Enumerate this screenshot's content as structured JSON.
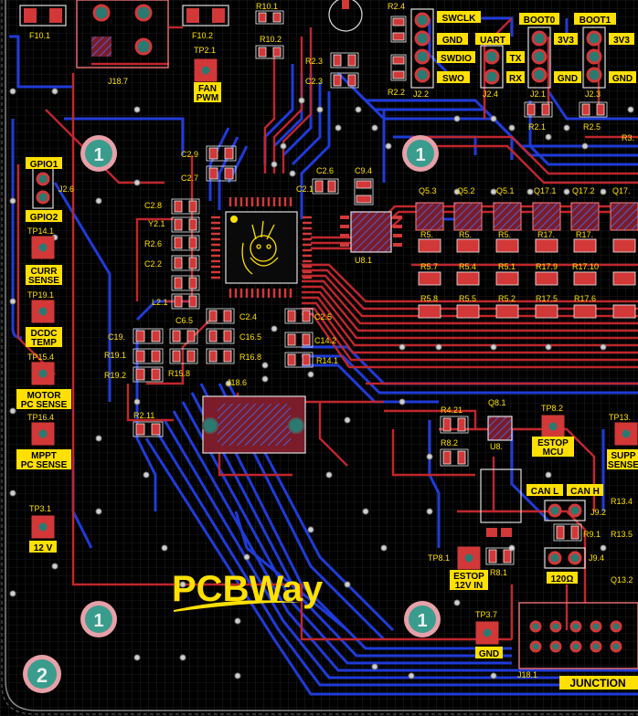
{
  "board": {
    "logo_text": "PCBWay",
    "colors": {
      "background": "#000000",
      "grid": "#3a3a3a",
      "top_copper": "#c0262d",
      "bottom_copper": "#1f3bd9",
      "pad": "#d23838",
      "silk_label": "#ffff00",
      "mount_hole": "#e8a0a8",
      "mount_center": "#3a9c8c"
    }
  },
  "mount_holes": [
    "1",
    "1",
    "1",
    "1",
    "2"
  ],
  "designators": {
    "f10_1": "F10.1",
    "f10_2": "F10.2",
    "r10_1": "R10.1",
    "r10_2": "R10.2",
    "tp2_1": "TP2.1",
    "j18_7": "J18.7",
    "r2_4": "R2.4",
    "r2_3": "R2.3",
    "c2_3": "C2.3",
    "r2_2": "R2.2",
    "j2_2": "J2.2",
    "j2_4": "J2.4",
    "j2_1": "J2.1",
    "j2_3": "J2.3",
    "r2_1": "R2.1",
    "r2_5": "R2.5",
    "r3": "R3.",
    "c2_9": "C2.9",
    "c2_7": "C2.7",
    "c2_6": "C2.6",
    "c9_4": "C9.4",
    "c2_1": "C2.1",
    "c2_8": "C2.8",
    "y2_1": "Y2.1",
    "r2_6": "R2.6",
    "c2_2": "C2.2",
    "l2_1": "L2.1",
    "u8_1": "U8.1",
    "j2_6": "J2.6",
    "tp14_1": "TP14.1",
    "tp19_1": "TP19.1",
    "tp15_4": "TP15.4",
    "tp16_4": "TP16.4",
    "tp3_1": "TP3.1",
    "c19": "C19.",
    "r19_1": "R19.1",
    "r19_2": "R19.2",
    "c16_5": "C16.5",
    "r15_8": "R15.8",
    "r16_8": "R16.8",
    "c5": "C6.5",
    "c2_4": "C2.4",
    "c2_5": "C2.5",
    "c14_2": "C14.2",
    "r14_1": "R14.1",
    "j18_6": "J18.6",
    "r2_11": "R2.11",
    "r4_21": "R4.21",
    "q8_1": "Q8.1",
    "r8_2": "R8.2",
    "u8": "U8.",
    "tp8_2": "TP8.2",
    "tp13": "TP13.",
    "j9_2": "J9.2",
    "r13_4": "R13.4",
    "r9_1": "R9.1",
    "r13_5": "R13.5",
    "j9_4": "J9.4",
    "q13_2": "Q13.2",
    "tp8_1": "TP8.1",
    "r8_1": "R8.1",
    "tp3_7": "TP3.7",
    "j18_1": "J18.1",
    "q5_3": "Q5.3",
    "q5_2": "Q5.2",
    "q5_1": "Q5.1",
    "q17_1": "Q17.1",
    "q17_2": "Q17.2",
    "q17_3": "Q17.",
    "r5_a": "R5.",
    "r5_b": "R5.",
    "r5_c": "R5.",
    "r17_a": "R17.",
    "r17_b": "R17.",
    "r5_7": "R5.7",
    "r5_4": "R5.4",
    "r5_1": "R5.1",
    "r17_9": "R17.9",
    "r17_10": "R17.10",
    "r5_8": "R5.8",
    "r5_5": "R5.5",
    "r5_2": "R5.2",
    "r17_5": "R17.5",
    "r17_6": "R17.6"
  },
  "silk_labels": {
    "fan_pwm_1": "FAN",
    "fan_pwm_2": "PWM",
    "swclk": "SWCLK",
    "gnd_swd": "GND",
    "swdio": "SWDIO",
    "swo": "SWO",
    "uart": "UART",
    "tx": "TX",
    "rx": "RX",
    "boot0": "BOOT0",
    "boot1": "BOOT1",
    "v3v3_a": "3V3",
    "v3v3_b": "3V3",
    "gnd_boot0": "GND",
    "gnd_boot1": "GND",
    "gpio1": "GPIO1",
    "gpio2": "GPIO2",
    "curr_1": "CURR",
    "curr_2": "SENSE",
    "dcdc_1": "DCDC",
    "dcdc_2": "TEMP",
    "motor_1": "MOTOR",
    "motor_2": "PC SENSE",
    "mppt_1": "MPPT",
    "mppt_2": "PC SENSE",
    "v12": "12 V",
    "estop_mcu_1": "ESTOP",
    "estop_mcu_2": "MCU",
    "supp_1": "SUPP",
    "supp_2": "SENSE",
    "can_l": "CAN L",
    "can_h": "CAN H",
    "ohm120": "120Ω",
    "estop_in_1": "ESTOP",
    "estop_in_2": "12V IN",
    "gnd_tp": "GND",
    "junction": "JUNCTION"
  }
}
